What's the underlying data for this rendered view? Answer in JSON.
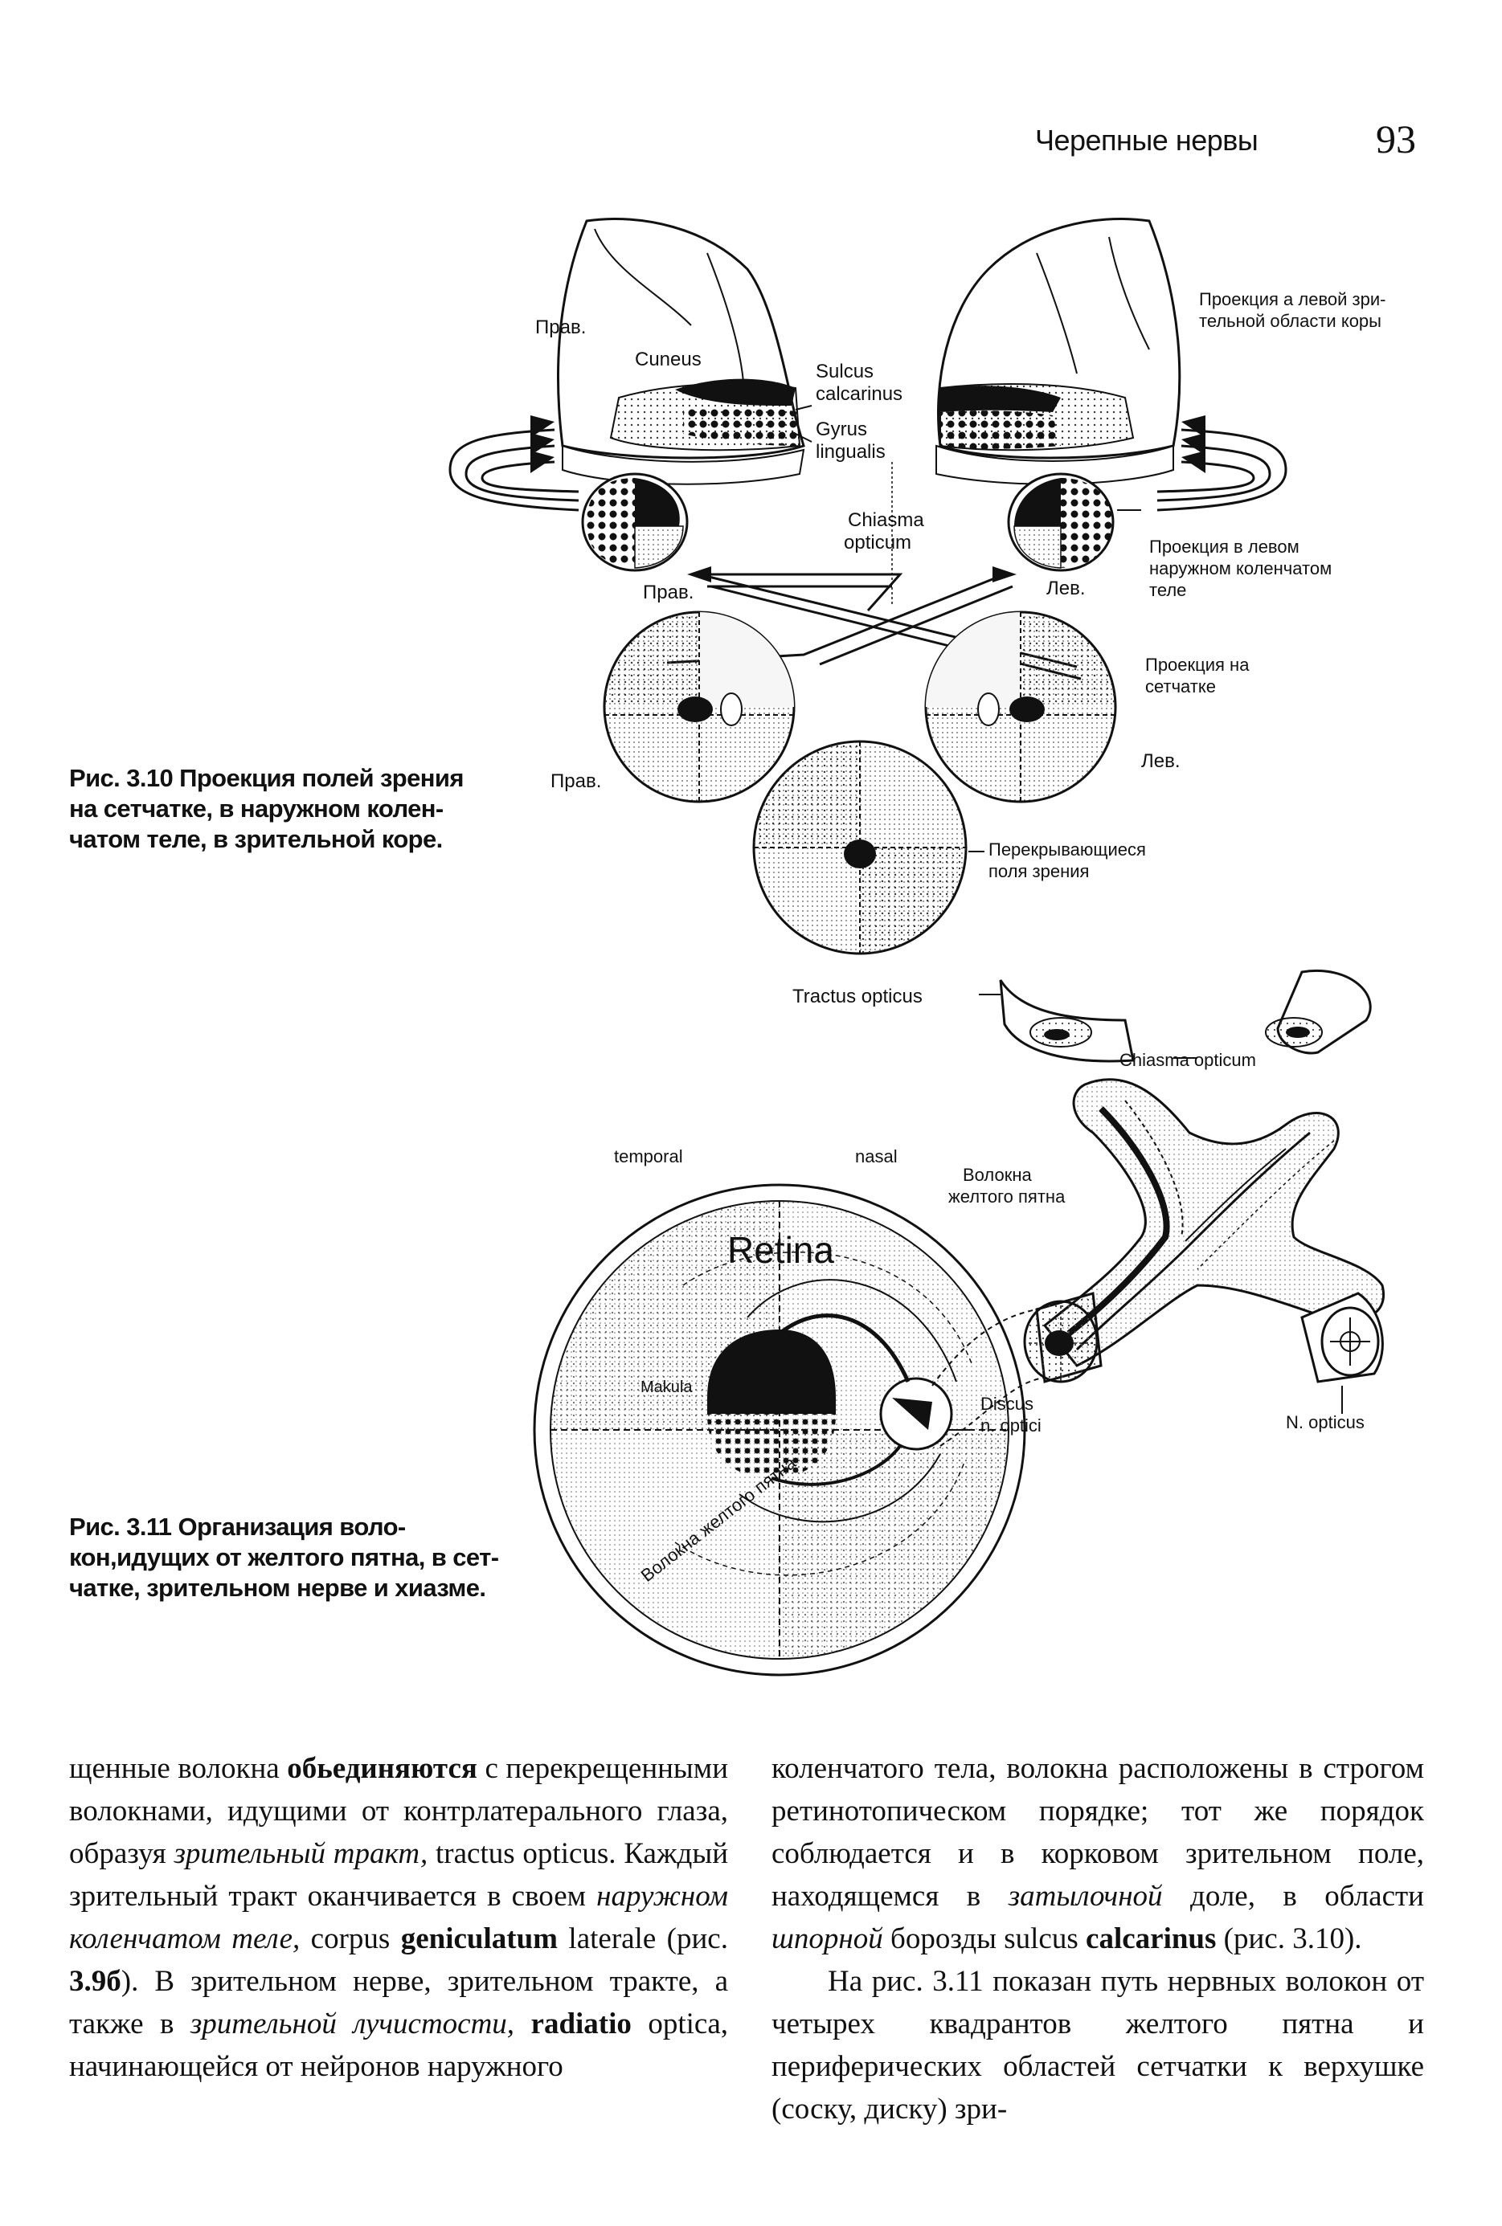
{
  "header": {
    "running_title": "Черепные нервы",
    "page_number": "93"
  },
  "figure1": {
    "labels": {
      "prav_top": "Прав.",
      "cuneus": "Cuneus",
      "sulcus": "Sulcus",
      "calcarinus": "calcarinus",
      "gyrus": "Gyrus",
      "lingualis": "lingualis",
      "chiasma": "Chiasma",
      "opticum": "opticum",
      "prav_lgn": "Прав.",
      "lev_lgn": "Лев.",
      "cortex_proj_1": "Проекция а левой зри-",
      "cortex_proj_2": "тельной области коры",
      "lgn_proj_1": "Проекция в левом",
      "lgn_proj_2": "наружном коленчатом",
      "lgn_proj_3": "теле",
      "retina_proj_1": "Проекция на",
      "retina_proj_2": "сетчатке",
      "lev_retina": "Лев.",
      "prav_retina": "Прав.",
      "overlap_1": "Перекрывающиеся",
      "overlap_2": "поля зрения"
    },
    "caption": {
      "line1": "Рис. 3.10 Проекция полей зрения",
      "line2": "на сетчатке, в наружном колен-",
      "line3": "чатом теле, в зрительной коре."
    }
  },
  "figure2": {
    "labels": {
      "tractus": "Tractus opticus",
      "chiasma": "Chiasma opticum",
      "temporal": "temporal",
      "nasal": "nasal",
      "fibers_1": "Волокна",
      "fibers_2": "желтого пятна",
      "retina": "Retina",
      "nopticus": "N. opticus",
      "makula": "Makula",
      "discus_1": "Discus",
      "discus_2": "n. optici",
      "fibers_curved": "Волокна желтого пятна"
    },
    "caption": {
      "line1": "Рис. 3.11 Организация воло-",
      "line2": "кон,идущих от желтого пятна, в сет-",
      "line3": "чатке, зрительном нерве и хиазме."
    }
  },
  "body_left": {
    "t1": "щенные волокна ",
    "t2": "обьединяются",
    "t3": " с перекрещенными волокнами, идущими от контрлатерального глаза, образуя ",
    "t4": "зрительный тракт,",
    "t5": " tractus opticus. Каждый зрительный тракт оканчивается в своем ",
    "t6": "наружном коленчатом теле,",
    "t7": " corpus ",
    "t8": "geniculatum",
    "t9": " laterale (рис. ",
    "t10": "3.9б",
    "t11": "). В зрительном нерве, зрительном тракте, а также в ",
    "t12": "зрительной лучистости,",
    "t13": " ",
    "t14": "radiatio",
    "t15": " optica, начинающейся от нейронов наружного"
  },
  "body_right": {
    "p1_t1": "коленчатого тела, волокна расположены в строгом ретинотопическом порядке; тот же порядок соблюдается и в корковом зрительном поле, находящемся в ",
    "p1_t2": "затылочной",
    "p1_t3": " доле, в области ",
    "p1_t4": "шпорной",
    "p1_t5": " борозды sulcus ",
    "p1_t6": "calcarinus",
    "p1_t7": " (рис. 3.10).",
    "p2": "На рис. 3.11 показан путь нервных волокон от четырех квадрантов желтого пятна и периферических областей сетчатки к верхушке (соску, диску) зри-"
  }
}
